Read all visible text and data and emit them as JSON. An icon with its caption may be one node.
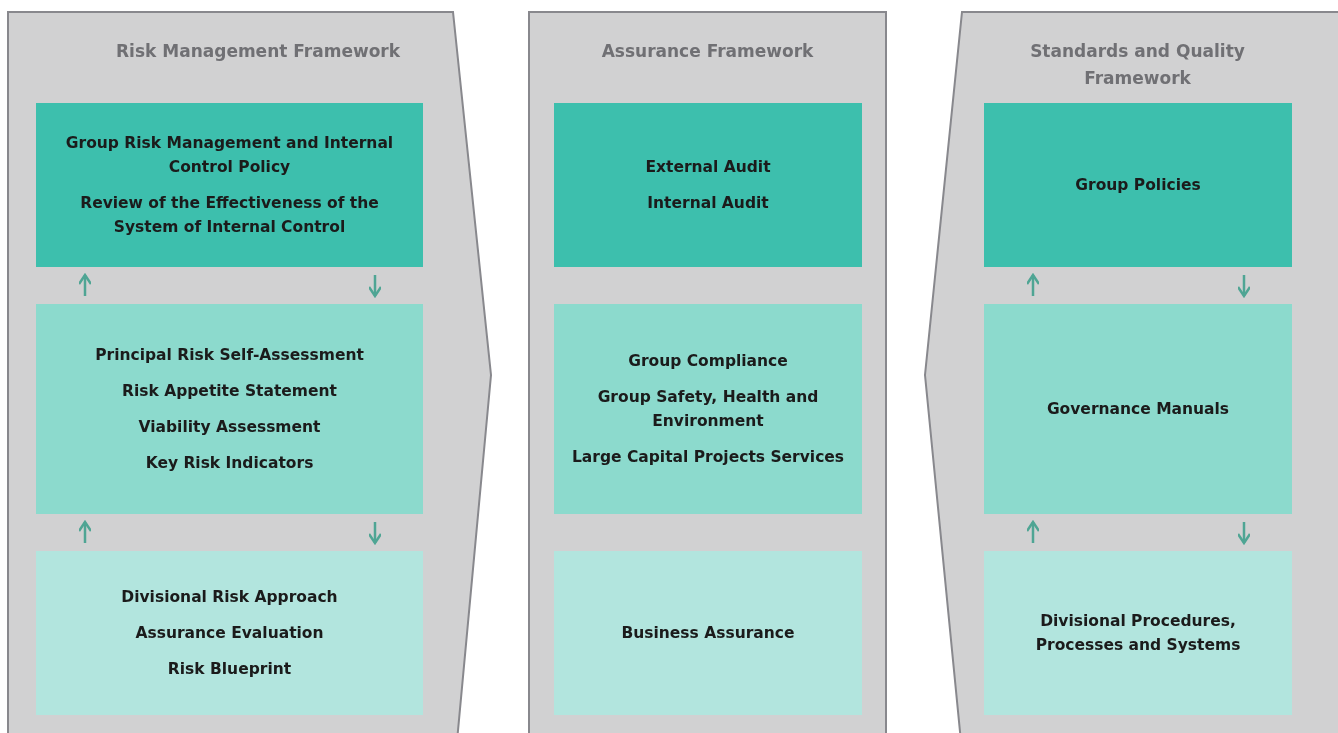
{
  "diagram": {
    "nodes": [
      {
        "text": [
          "Risk Management Framework"
        ]
      },
      {
        "text": [
          "Group Risk Management and Internal Control Policy",
          "Review of the Effectiveness of the System of Internal Control"
        ],
        "in": 0
      },
      {
        "text": [
          "Principal Risk Self-Assessment",
          "Risk Appetite Statement",
          "Viability Assessment",
          "Key Risk Indicators"
        ],
        "in": 0
      },
      {
        "text": [
          "Divisional Risk Approach",
          "Assurance Evaluation",
          "Risk Blueprint"
        ],
        "in": 0
      },
      {
        "text": [
          "Assurance Framework"
        ]
      },
      {
        "text": [
          "External Audit",
          "Internal Audit"
        ],
        "in": 4
      },
      {
        "text": [
          "Group Compliance",
          "Group Safety, Health and Environment",
          "Large Capital Projects Services"
        ],
        "in": 4
      },
      {
        "text": [
          "Business Assurance"
        ],
        "in": 4
      },
      {
        "text": [
          "Standards and Quality Framework"
        ]
      },
      {
        "text": [
          "Group Policies"
        ],
        "in": 8
      },
      {
        "text": [
          "Governance Manuals"
        ],
        "in": 8
      },
      {
        "text": [
          "Divisional Procedures, Processes and Systems"
        ],
        "in": 8
      }
    ],
    "edges": [
      {
        "from": 2,
        "to": 1,
        "arrow": "to"
      },
      {
        "from": 1,
        "to": 2,
        "arrow": "to"
      },
      {
        "from": 3,
        "to": 2,
        "arrow": "to"
      },
      {
        "from": 2,
        "to": 3,
        "arrow": "to"
      },
      {
        "from": 10,
        "to": 9,
        "arrow": "to"
      },
      {
        "from": 9,
        "to": 10,
        "arrow": "to"
      },
      {
        "from": 11,
        "to": 10,
        "arrow": "to"
      },
      {
        "from": 10,
        "to": 11,
        "arrow": "to"
      }
    ]
  }
}
